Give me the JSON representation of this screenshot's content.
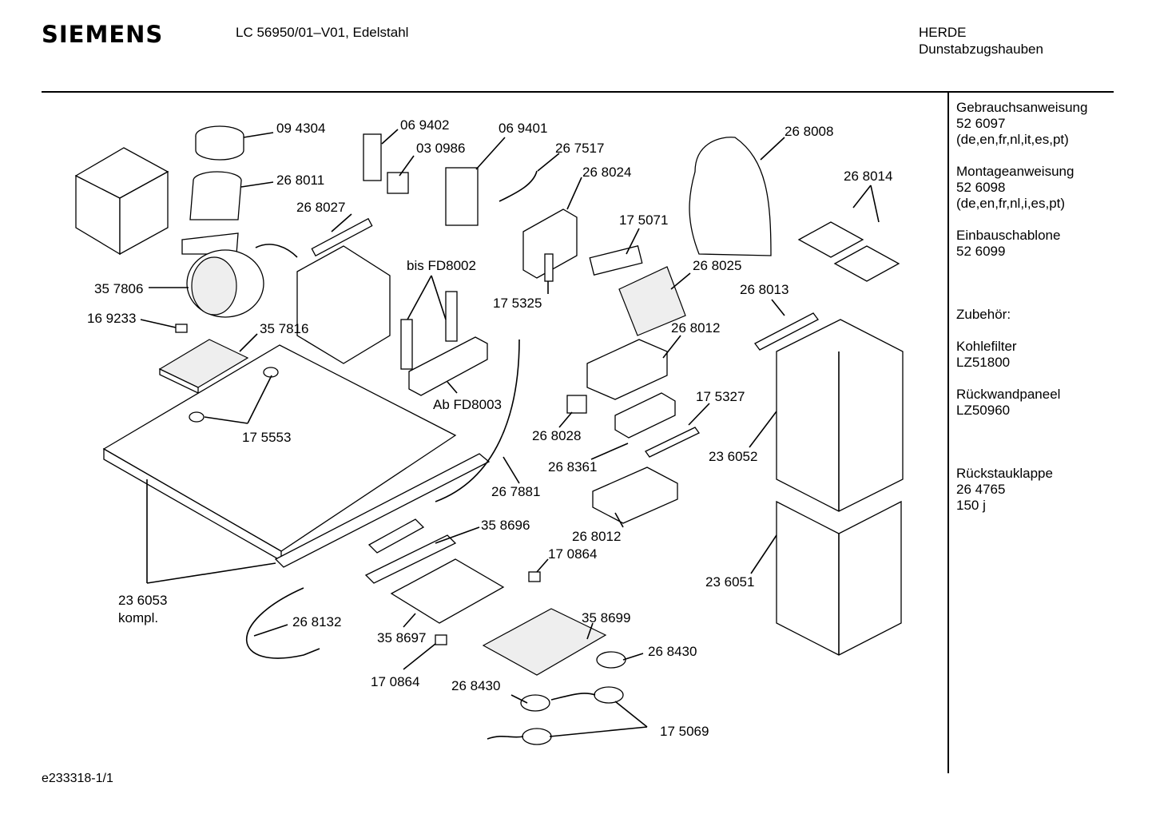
{
  "header": {
    "brand": "SIEMENS",
    "model": "LC 56950/01–V01, Edelstahl",
    "category_line1": "HERDE",
    "category_line2": "Dunstabzugshauben"
  },
  "sidebar": {
    "items": [
      "Gebrauchsanweisung",
      "52 6097",
      "(de,en,fr,nl,it,es,pt)",
      "Montageanweisung",
      "52 6098",
      "(de,en,fr,nl,i,es,pt)",
      "Einbauschablone",
      "52 6099",
      "Zubehör:",
      "Kohlefilter",
      "LZ51800",
      "Rückwandpaneel",
      "LZ50960",
      "Rückstauklappe",
      "26 4765",
      "150 j"
    ]
  },
  "parts": [
    "09 4304",
    "06 9402",
    "06 9401",
    "03 0986",
    "26 7517",
    "26 8008",
    "26 8011",
    "26 8024",
    "26 8014",
    "26 8027",
    "17 5071",
    "bis FD8002",
    "26 8025",
    "35 7806",
    "17 5325",
    "26 8013",
    "16 9233",
    "35 7816",
    "26 8012",
    "Ab FD8003",
    "17 5327",
    "26 8028",
    "17 5553",
    "23 6052",
    "26 8361",
    "26 7881",
    "35 8696",
    "26 8012",
    "17 0864",
    "23 6051",
    "35 8699",
    "23 6053",
    "kompl.",
    "26 8132",
    "35 8697",
    "26 8430",
    "17 0864",
    "26 8430",
    "17 5069"
  ],
  "footer": {
    "doc_id": "e233318-1/1"
  }
}
